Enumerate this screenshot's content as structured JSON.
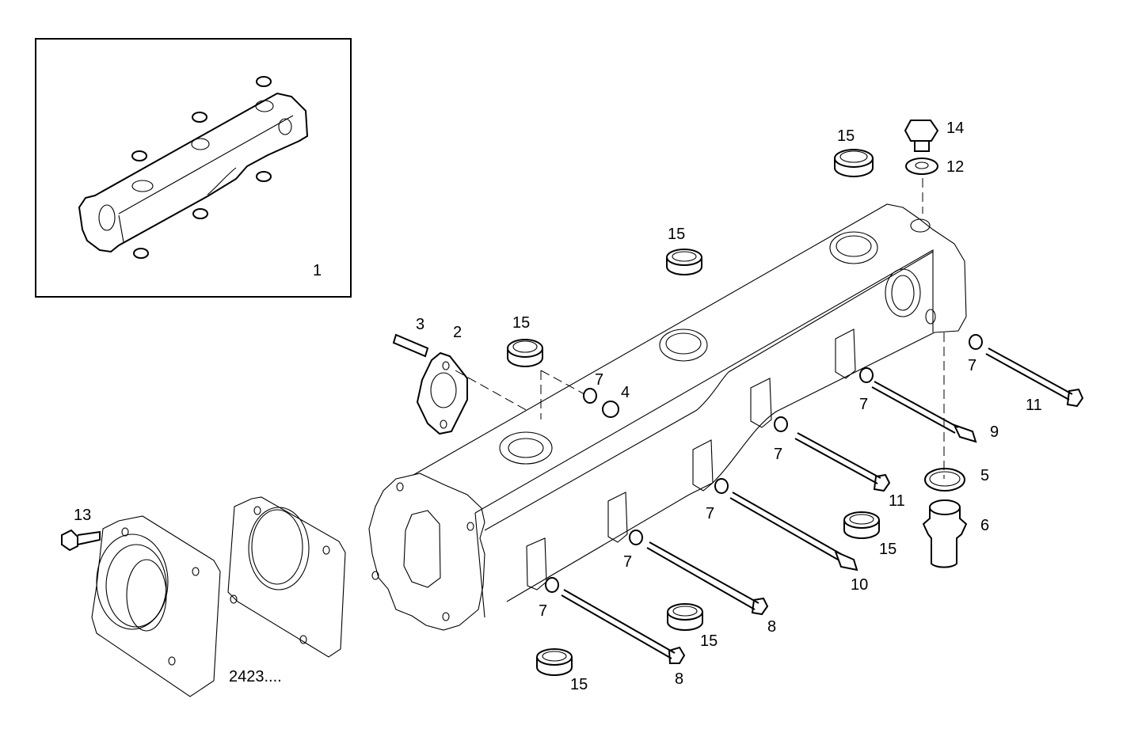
{
  "diagram": {
    "type": "exploded-parts-diagram",
    "subject": "exhaust manifold assembly",
    "colors": {
      "line": "#000000",
      "background": "#ffffff"
    },
    "inset": {
      "label": "1",
      "description": "complete manifold assembly overview"
    },
    "reference_note": "2423....",
    "callouts": [
      {
        "id": "c1",
        "label": "1",
        "part": "manifold assembly (inset)"
      },
      {
        "id": "c2",
        "label": "2",
        "part": "flange gasket"
      },
      {
        "id": "c3",
        "label": "3",
        "part": "stud"
      },
      {
        "id": "c4",
        "label": "4",
        "part": "nut"
      },
      {
        "id": "c5",
        "label": "5",
        "part": "sealing washer"
      },
      {
        "id": "c6",
        "label": "6",
        "part": "union fitting"
      },
      {
        "id": "c7a",
        "label": "7",
        "part": "washer"
      },
      {
        "id": "c7b",
        "label": "7",
        "part": "washer"
      },
      {
        "id": "c7c",
        "label": "7",
        "part": "washer"
      },
      {
        "id": "c7d",
        "label": "7",
        "part": "washer"
      },
      {
        "id": "c7e",
        "label": "7",
        "part": "washer"
      },
      {
        "id": "c7f",
        "label": "7",
        "part": "washer"
      },
      {
        "id": "c7g",
        "label": "7",
        "part": "washer"
      },
      {
        "id": "c8a",
        "label": "8",
        "part": "screw"
      },
      {
        "id": "c8b",
        "label": "8",
        "part": "screw"
      },
      {
        "id": "c9",
        "label": "9",
        "part": "stud screw"
      },
      {
        "id": "c10",
        "label": "10",
        "part": "stud screw"
      },
      {
        "id": "c11a",
        "label": "11",
        "part": "screw"
      },
      {
        "id": "c11b",
        "label": "11",
        "part": "screw"
      },
      {
        "id": "c12",
        "label": "12",
        "part": "sealing washer"
      },
      {
        "id": "c13",
        "label": "13",
        "part": "screw"
      },
      {
        "id": "c14",
        "label": "14",
        "part": "plug"
      },
      {
        "id": "c15a",
        "label": "15",
        "part": "sealing ring"
      },
      {
        "id": "c15b",
        "label": "15",
        "part": "sealing ring"
      },
      {
        "id": "c15c",
        "label": "15",
        "part": "sealing ring"
      },
      {
        "id": "c15d",
        "label": "15",
        "part": "sealing ring"
      },
      {
        "id": "c15e",
        "label": "15",
        "part": "sealing ring"
      },
      {
        "id": "c15f",
        "label": "15",
        "part": "sealing ring"
      }
    ]
  }
}
